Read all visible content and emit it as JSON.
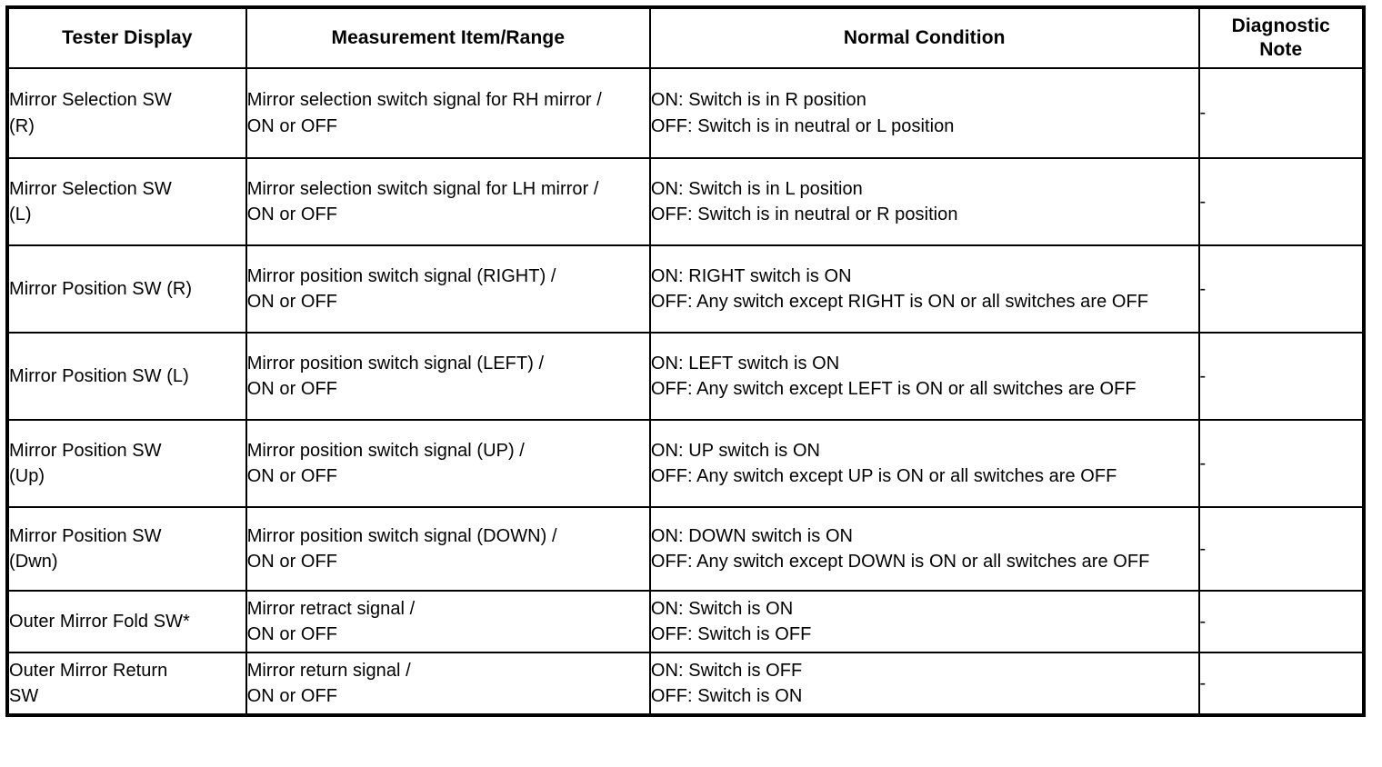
{
  "table": {
    "headers": {
      "tester_display": "Tester Display",
      "measurement_item_range": "Measurement Item/Range",
      "normal_condition": "Normal Condition",
      "diagnostic_note": "Diagnostic\nNote"
    },
    "rows": [
      {
        "tester_display": "Mirror Selection SW\n(R)",
        "measurement_item_range": "Mirror selection switch signal for RH mirror /\nON or OFF",
        "normal_condition": "ON: Switch is in R position\nOFF: Switch is in neutral or L position",
        "diagnostic_note": "-"
      },
      {
        "tester_display": "Mirror Selection SW\n(L)",
        "measurement_item_range": "Mirror selection switch signal for LH mirror /\nON or OFF",
        "normal_condition": "ON: Switch is in L position\nOFF: Switch is in neutral or R position",
        "diagnostic_note": "-"
      },
      {
        "tester_display": "Mirror Position SW (R)",
        "measurement_item_range": "Mirror position switch signal (RIGHT) /\nON or OFF",
        "normal_condition": "ON: RIGHT switch is ON\nOFF: Any switch except RIGHT is ON or all switches are OFF",
        "diagnostic_note": "-"
      },
      {
        "tester_display": "Mirror Position SW (L)",
        "measurement_item_range": "Mirror position switch signal (LEFT) /\nON or OFF",
        "normal_condition": "ON: LEFT switch is ON\nOFF: Any switch except LEFT is ON or all switches are OFF",
        "diagnostic_note": "-"
      },
      {
        "tester_display": "Mirror Position SW\n(Up)",
        "measurement_item_range": "Mirror position switch signal (UP) /\nON or OFF",
        "normal_condition": "ON: UP switch is ON\nOFF: Any switch except UP is ON or all switches are OFF",
        "diagnostic_note": "-"
      },
      {
        "tester_display": "Mirror Position SW\n(Dwn)",
        "measurement_item_range": "Mirror position switch signal (DOWN) /\nON or OFF",
        "normal_condition": "ON: DOWN switch is ON\nOFF: Any switch except DOWN is ON or all switches are OFF",
        "diagnostic_note": "-"
      },
      {
        "tester_display": "Outer Mirror Fold SW*",
        "measurement_item_range": "Mirror retract signal /\nON or OFF",
        "normal_condition": "ON: Switch is ON\nOFF: Switch is OFF",
        "diagnostic_note": "-"
      },
      {
        "tester_display": "Outer Mirror Return\nSW",
        "measurement_item_range": "Mirror return signal /\nON or OFF",
        "normal_condition": "ON: Switch is OFF\nOFF: Switch is ON",
        "diagnostic_note": "-"
      }
    ]
  }
}
